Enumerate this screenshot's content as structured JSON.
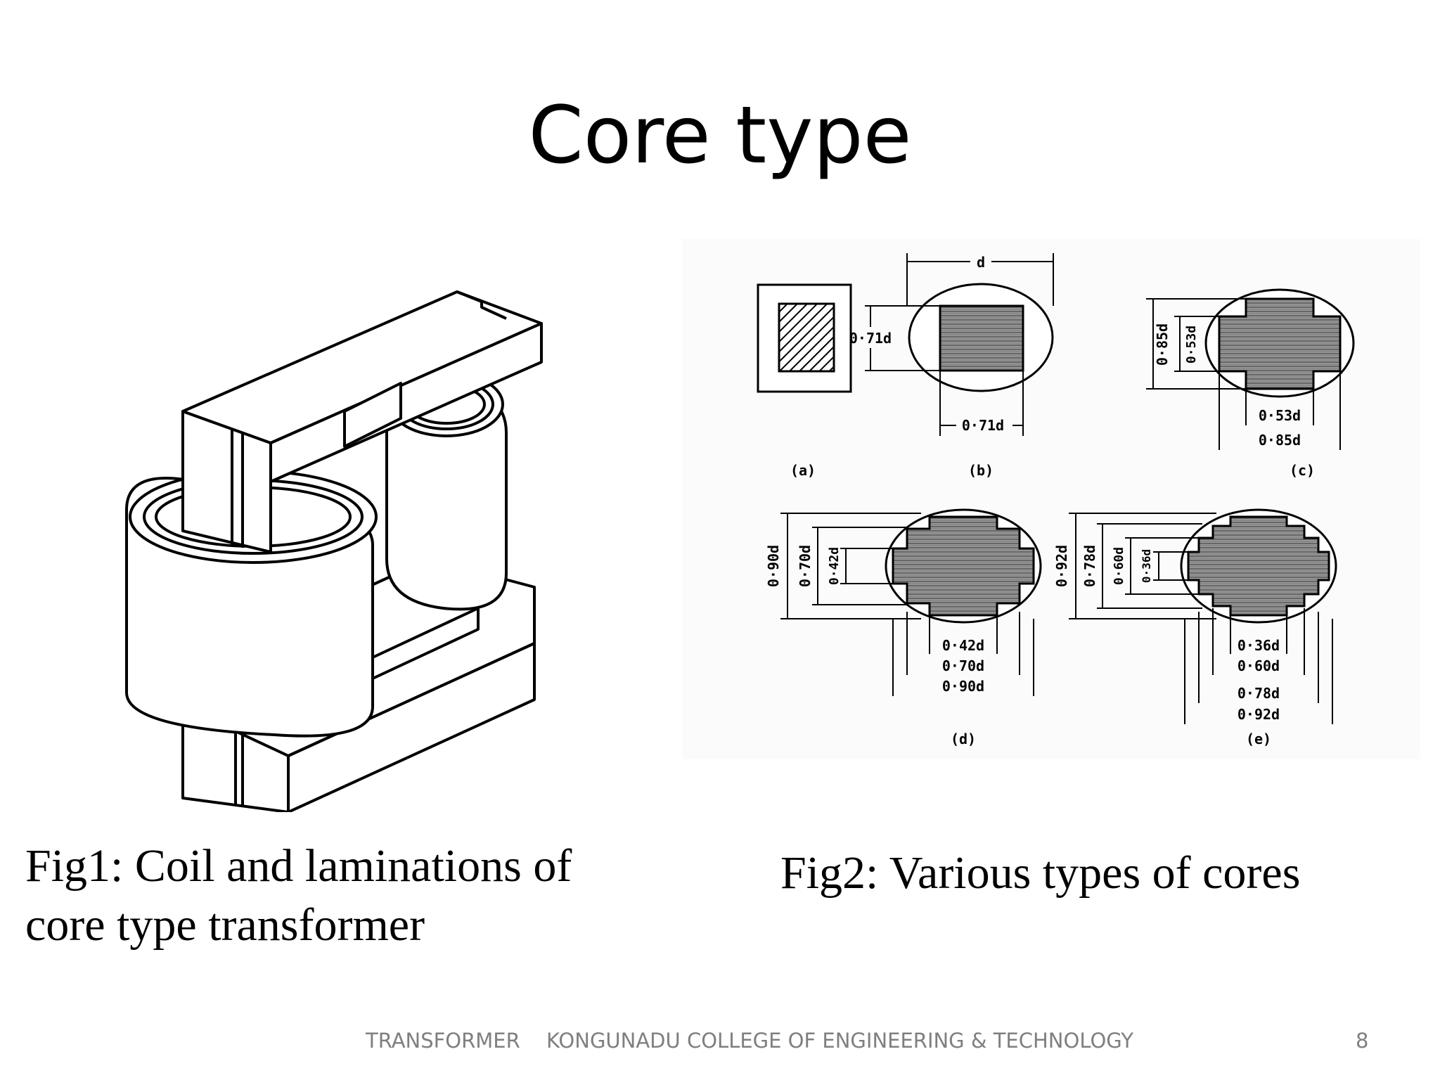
{
  "slide": {
    "title": "Core type",
    "fig1_caption_line1": "Fig1: Coil and laminations of",
    "fig1_caption_line2": "core type transformer",
    "fig2_caption": "Fig2: Various types of cores",
    "footer_left": "TRANSFORMER",
    "footer_mid": "KONGUNADU COLLEGE OF ENGINEERING & TECHNOLOGY",
    "page_number": "8"
  },
  "fig2_labels": {
    "d": "d",
    "b_height": "0·71d",
    "b_width": "0·71d",
    "c_outer_h": "0·85d",
    "c_inner_h": "0·53d",
    "c_inner_w": "0·53d",
    "c_outer_w": "0·85d",
    "d_h1": "0·90d",
    "d_h2": "0·70d",
    "d_h3": "0·42d",
    "d_w1": "0·42d",
    "d_w2": "0·70d",
    "d_w3": "0·90d",
    "e_h1": "0·92d",
    "e_h2": "0·78d",
    "e_h3": "0·60d",
    "e_h4": "0·36d",
    "e_w1": "0·36d",
    "e_w2": "0·60d",
    "e_w3": "0·78d",
    "e_w4": "0·92d",
    "sub_a": "(a)",
    "sub_b": "(b)",
    "sub_c": "(c)",
    "sub_d": "(d)",
    "sub_e": "(e)"
  }
}
